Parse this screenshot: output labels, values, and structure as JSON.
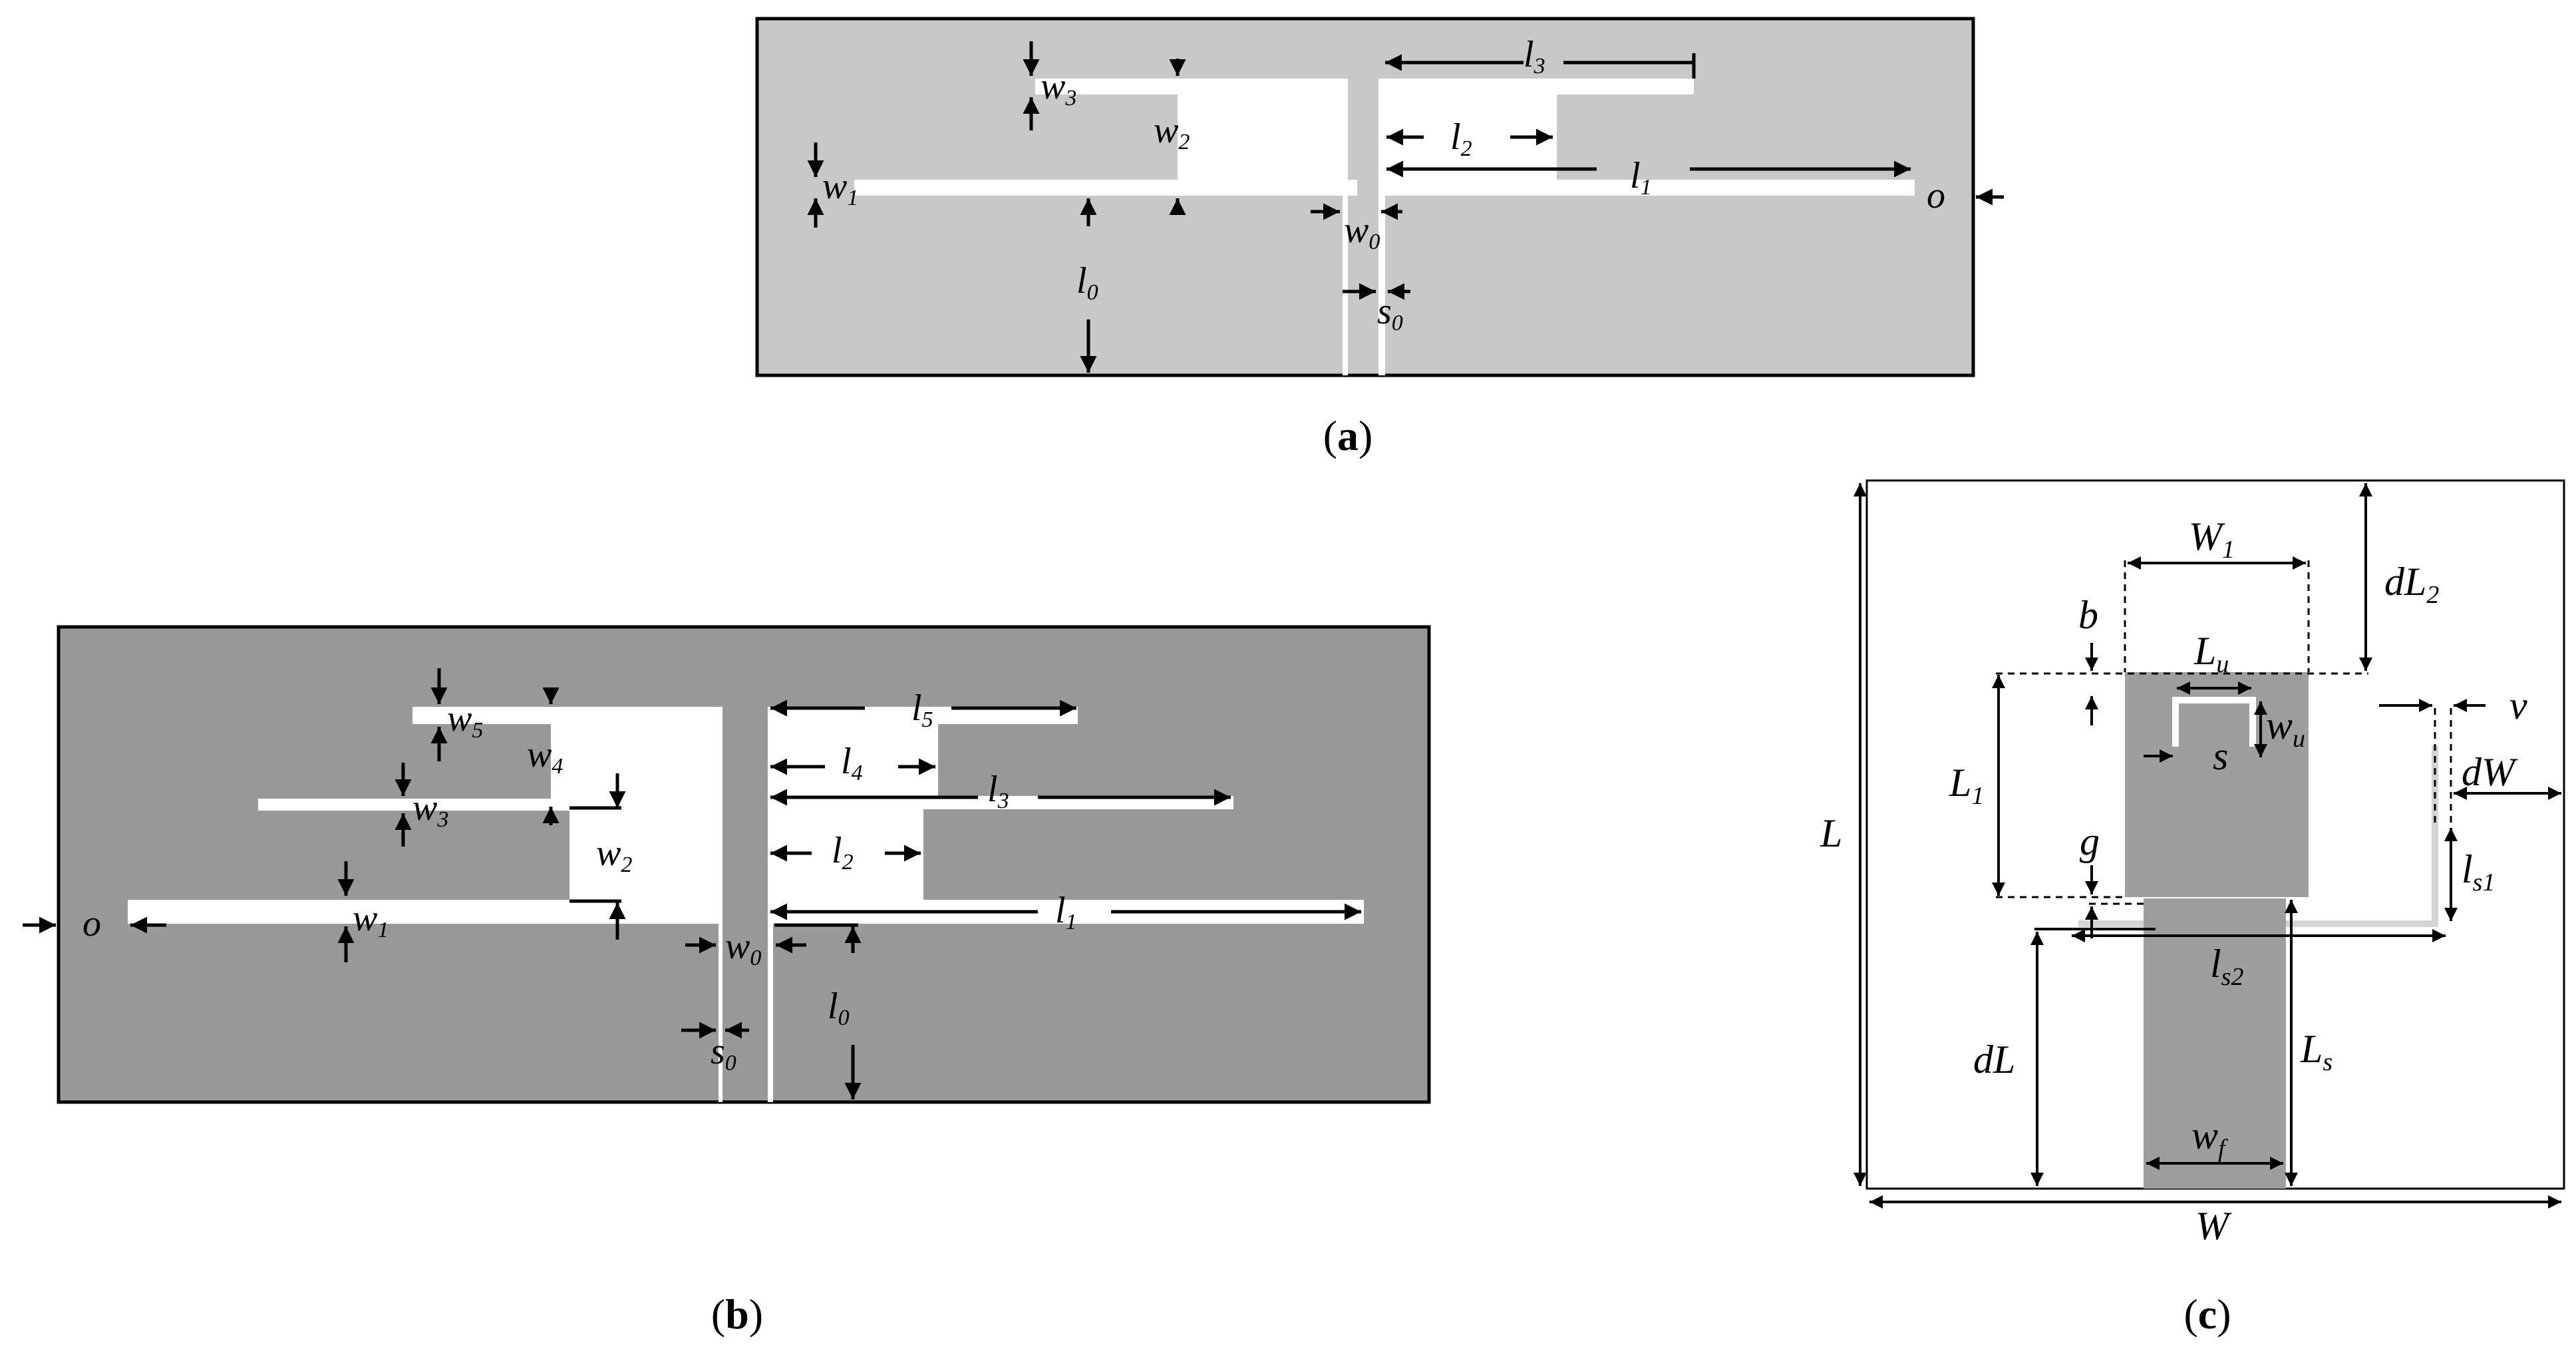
{
  "colors": {
    "panel_a_substrate": "#c8c8c8",
    "panel_b_substrate": "#999999",
    "panel_c_patch": "#9e9e9e",
    "slot": "#ffffff",
    "line": "#000000"
  },
  "captions": {
    "a": "a",
    "b": "b",
    "c": "c"
  },
  "panel_a": {
    "labels": {
      "w3": "w",
      "w3_sub": "3",
      "w2": "w",
      "w2_sub": "2",
      "w1": "w",
      "w1_sub": "1",
      "w0": "w",
      "w0_sub": "0",
      "l3": "l",
      "l3_sub": "3",
      "l2": "l",
      "l2_sub": "2",
      "l1": "l",
      "l1_sub": "1",
      "l0": "l",
      "l0_sub": "0",
      "s0": "s",
      "s0_sub": "0",
      "o": "o"
    }
  },
  "panel_b": {
    "labels": {
      "w5": "w",
      "w5_sub": "5",
      "w4": "w",
      "w4_sub": "4",
      "w3": "w",
      "w3_sub": "3",
      "w2": "w",
      "w2_sub": "2",
      "w1": "w",
      "w1_sub": "1",
      "w0": "w",
      "w0_sub": "0",
      "l5": "l",
      "l5_sub": "5",
      "l4": "l",
      "l4_sub": "4",
      "l3": "l",
      "l3_sub": "3",
      "l2": "l",
      "l2_sub": "2",
      "l1": "l",
      "l1_sub": "1",
      "l0": "l",
      "l0_sub": "0",
      "s0": "s",
      "s0_sub": "0",
      "o": "o"
    }
  },
  "panel_c": {
    "labels": {
      "W1": "W",
      "W1_sub": "1",
      "dL2": "dL",
      "dL2_sub": "2",
      "b": "b",
      "Lu": "L",
      "Lu_sub": "u",
      "v": "v",
      "L1": "L",
      "L1_sub": "1",
      "wu": "w",
      "wu_sub": "u",
      "s": "s",
      "dW": "dW",
      "L": "L",
      "g": "g",
      "ls1": "l",
      "ls1_sub": "s1",
      "ls2": "l",
      "ls2_sub": "s2",
      "dL": "dL",
      "Ls": "L",
      "Ls_sub": "s",
      "wf": "w",
      "wf_sub": "f",
      "W": "W"
    }
  }
}
